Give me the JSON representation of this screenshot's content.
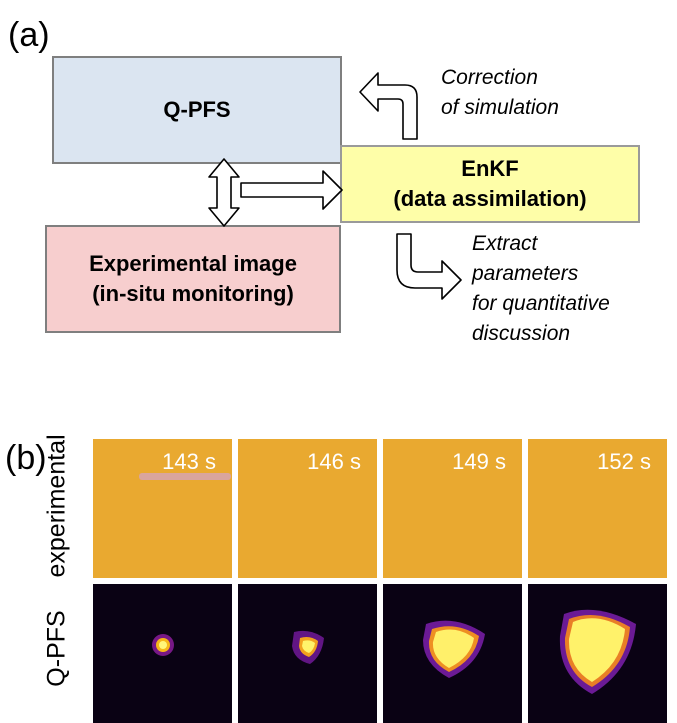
{
  "panel_a": {
    "label": "(a)",
    "qpfs_box": "Q-PFS",
    "enkf_box": [
      "EnKF",
      "(data assimilation)"
    ],
    "exp_box": [
      "Experimental image",
      "(in-situ monitoring)"
    ],
    "correction_note": [
      "Correction",
      "of simulation"
    ],
    "extract_note": [
      "Extract",
      "parameters",
      "for quantitative",
      "discussion"
    ]
  },
  "panel_b": {
    "label": "(b)",
    "row_labels": [
      "experimental",
      "Q-PFS"
    ],
    "timestamps": [
      "143 s",
      "146 s",
      "149 s",
      "152 s"
    ]
  },
  "colors": {
    "qpfs_box": "#dbe5f1",
    "enkf_box": "#fefea8",
    "exp_box": "#f7cece",
    "experimental_tile": "#e9a930",
    "simulation_background": "#0a0214"
  }
}
